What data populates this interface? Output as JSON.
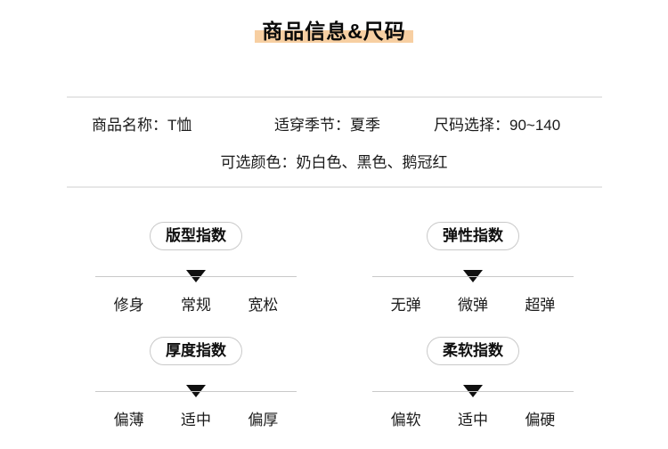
{
  "page": {
    "title": "商品信息&尺码",
    "highlight_color": "#f7cfa2"
  },
  "info": {
    "fields": [
      {
        "label": "商品名称：",
        "value": "T恤"
      },
      {
        "label": "适穿季节：",
        "value": "夏季"
      },
      {
        "label": "尺码选择：",
        "value": "90~140"
      }
    ],
    "colors_row": "可选颜色：奶白色、黑色、鹅冠红"
  },
  "indices": [
    {
      "title": "版型指数",
      "options": [
        "修身",
        "常规",
        "宽松"
      ],
      "selected_index": 1
    },
    {
      "title": "弹性指数",
      "options": [
        "无弹",
        "微弹",
        "超弹"
      ],
      "selected_index": 1
    },
    {
      "title": "厚度指数",
      "options": [
        "偏薄",
        "适中",
        "偏厚"
      ],
      "selected_index": 1
    },
    {
      "title": "柔软指数",
      "options": [
        "偏软",
        "适中",
        "偏硬"
      ],
      "selected_index": 1
    }
  ]
}
